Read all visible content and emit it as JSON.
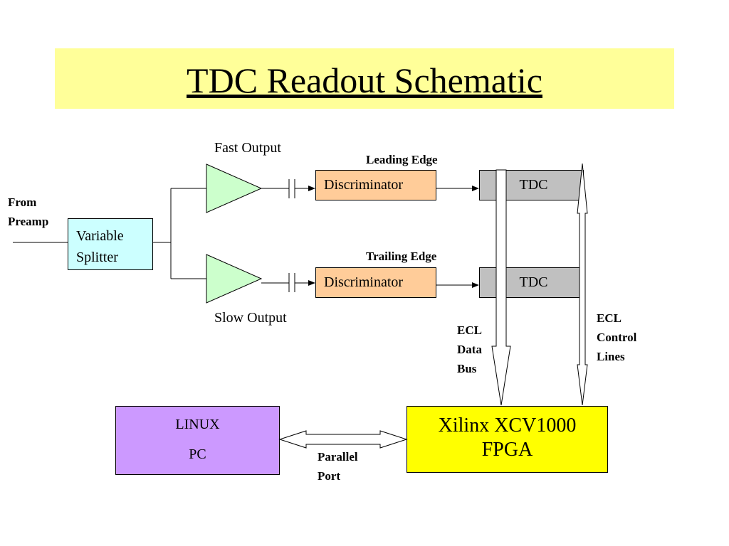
{
  "title": "TDC Readout Schematic",
  "labels": {
    "from_preamp": [
      "From",
      "Preamp"
    ],
    "variable_splitter": [
      "Variable",
      "Splitter"
    ],
    "fast_output": "Fast Output",
    "slow_output": "Slow Output",
    "leading_edge": "Leading Edge",
    "trailing_edge": "Trailing Edge",
    "discriminator_top": "Discriminator",
    "discriminator_bottom": "Discriminator",
    "tdc_top": "TDC",
    "tdc_bottom": "TDC",
    "ecl_data_bus": [
      "ECL",
      "Data",
      "Bus"
    ],
    "ecl_control_lines": [
      "ECL",
      "Control",
      "Lines"
    ],
    "linux_pc": [
      "LINUX",
      "PC"
    ],
    "fpga": [
      "Xilinx XCV1000",
      "FPGA"
    ],
    "parallel_port": [
      "Parallel",
      "Port"
    ]
  },
  "colors": {
    "title_background": "#ffff99",
    "splitter": "#ccffff",
    "amplifier": "#ccffcc",
    "discriminator": "#ffcc99",
    "tdc": "#c0c0c0",
    "linux_pc": "#cc99ff",
    "fpga": "#ffff00"
  }
}
